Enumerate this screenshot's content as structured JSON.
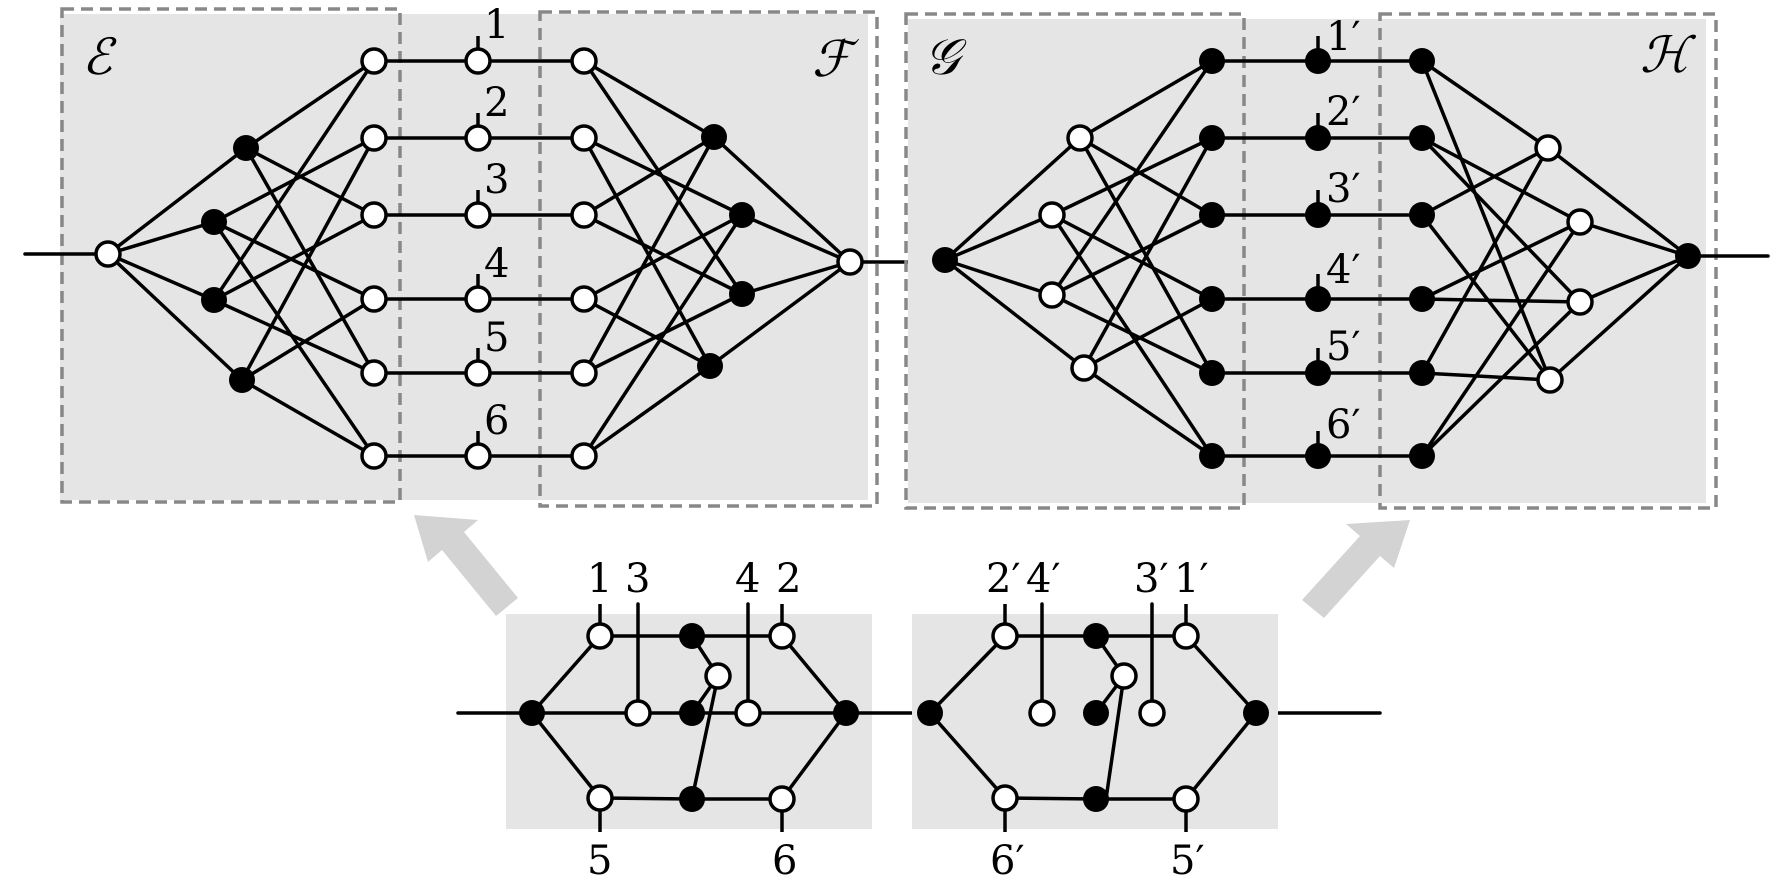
{
  "colors": {
    "panel": "#e5e5e5",
    "arrow": "#d3d3d3",
    "dashed_box": "#888888",
    "node_open": "#ffffff",
    "node_filled": "#000000",
    "edge": "#000000"
  },
  "box_labels": {
    "E": "ℰ",
    "F": "ℱ",
    "G": "𝒢",
    "H": "ℋ"
  },
  "top_left_labels": [
    "1",
    "2",
    "3",
    "4",
    "5",
    "6"
  ],
  "top_right_labels": [
    "1′",
    "2′",
    "3′",
    "4′",
    "5′",
    "6′"
  ],
  "bottom_left_labels": {
    "top": [
      "1",
      "3",
      "4",
      "2"
    ],
    "bottom": [
      "5",
      "6"
    ]
  },
  "bottom_right_labels": {
    "top": [
      "2′",
      "4′",
      "3′",
      "1′"
    ],
    "bottom": [
      "6′",
      "5′"
    ]
  }
}
